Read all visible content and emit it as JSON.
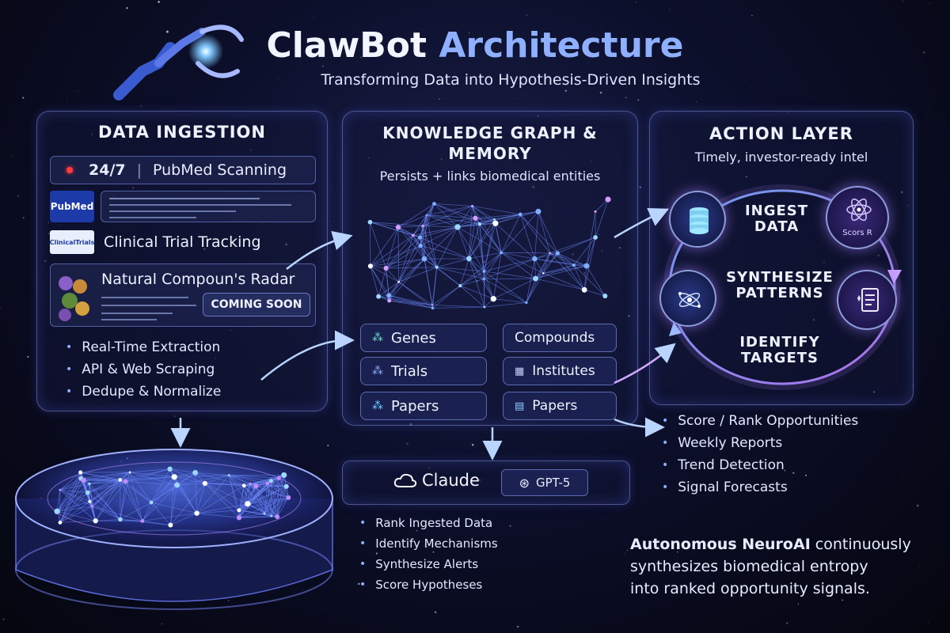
{
  "header": {
    "title_part1": "ClawBot",
    "title_part2": "Architecture",
    "subtitle": "Transforming Data into Hypothesis-Driven Insights"
  },
  "ingestion": {
    "title": "DATA INGESTION",
    "live_tag": "24/7",
    "pubmed_label": "PubMed Scanning",
    "pubmed_logo": "PubMed",
    "clinical_logo": "ClinicalTrials",
    "clinical_label": "Clinical Trial Tracking",
    "compound_label": "Natural Compoun's Radar",
    "coming_soon": "COMING SOON",
    "bullets": [
      "Real-Time Extraction",
      "API & Web Scraping",
      "Dedupe & Normalize"
    ]
  },
  "knowledge": {
    "title_line1": "KNOWLEDGE GRAPH &",
    "title_line2": "MEMORY",
    "subtitle": "Persists + links biomedical entities",
    "chips": [
      "Genes",
      "Compounds",
      "Trials",
      "Institutes",
      "Papers",
      "Papers"
    ]
  },
  "llm": {
    "claude": "Claude",
    "gpt": "GPT-5",
    "bullets": [
      "Rank Ingested Data",
      "Identify Mechanisms",
      "Synthesize Alerts",
      "Score Hypotheses"
    ]
  },
  "action": {
    "title": "ACTION LAYER",
    "subtitle": "Timely, investor-ready intel",
    "steps": [
      "INGEST DATA",
      "SYNTHESIZE PATTERNS",
      "IDENTIFY TARGETS"
    ],
    "score_label": "Scors R",
    "bullets": [
      "Score / Rank Opportunities",
      "Weekly Reports",
      "Trend Detection",
      "Signal Forecasts"
    ]
  },
  "footer": {
    "bold": "Autonomous NeuroAI",
    "rest_line1": " continuously",
    "line2": "synthesizes biomedical entropy",
    "line3": "into ranked opportunity signals."
  },
  "colors": {
    "accent_blue": "#8fb0ff",
    "accent_purple": "#b77cff",
    "live_dot": "#ff3b3b"
  }
}
